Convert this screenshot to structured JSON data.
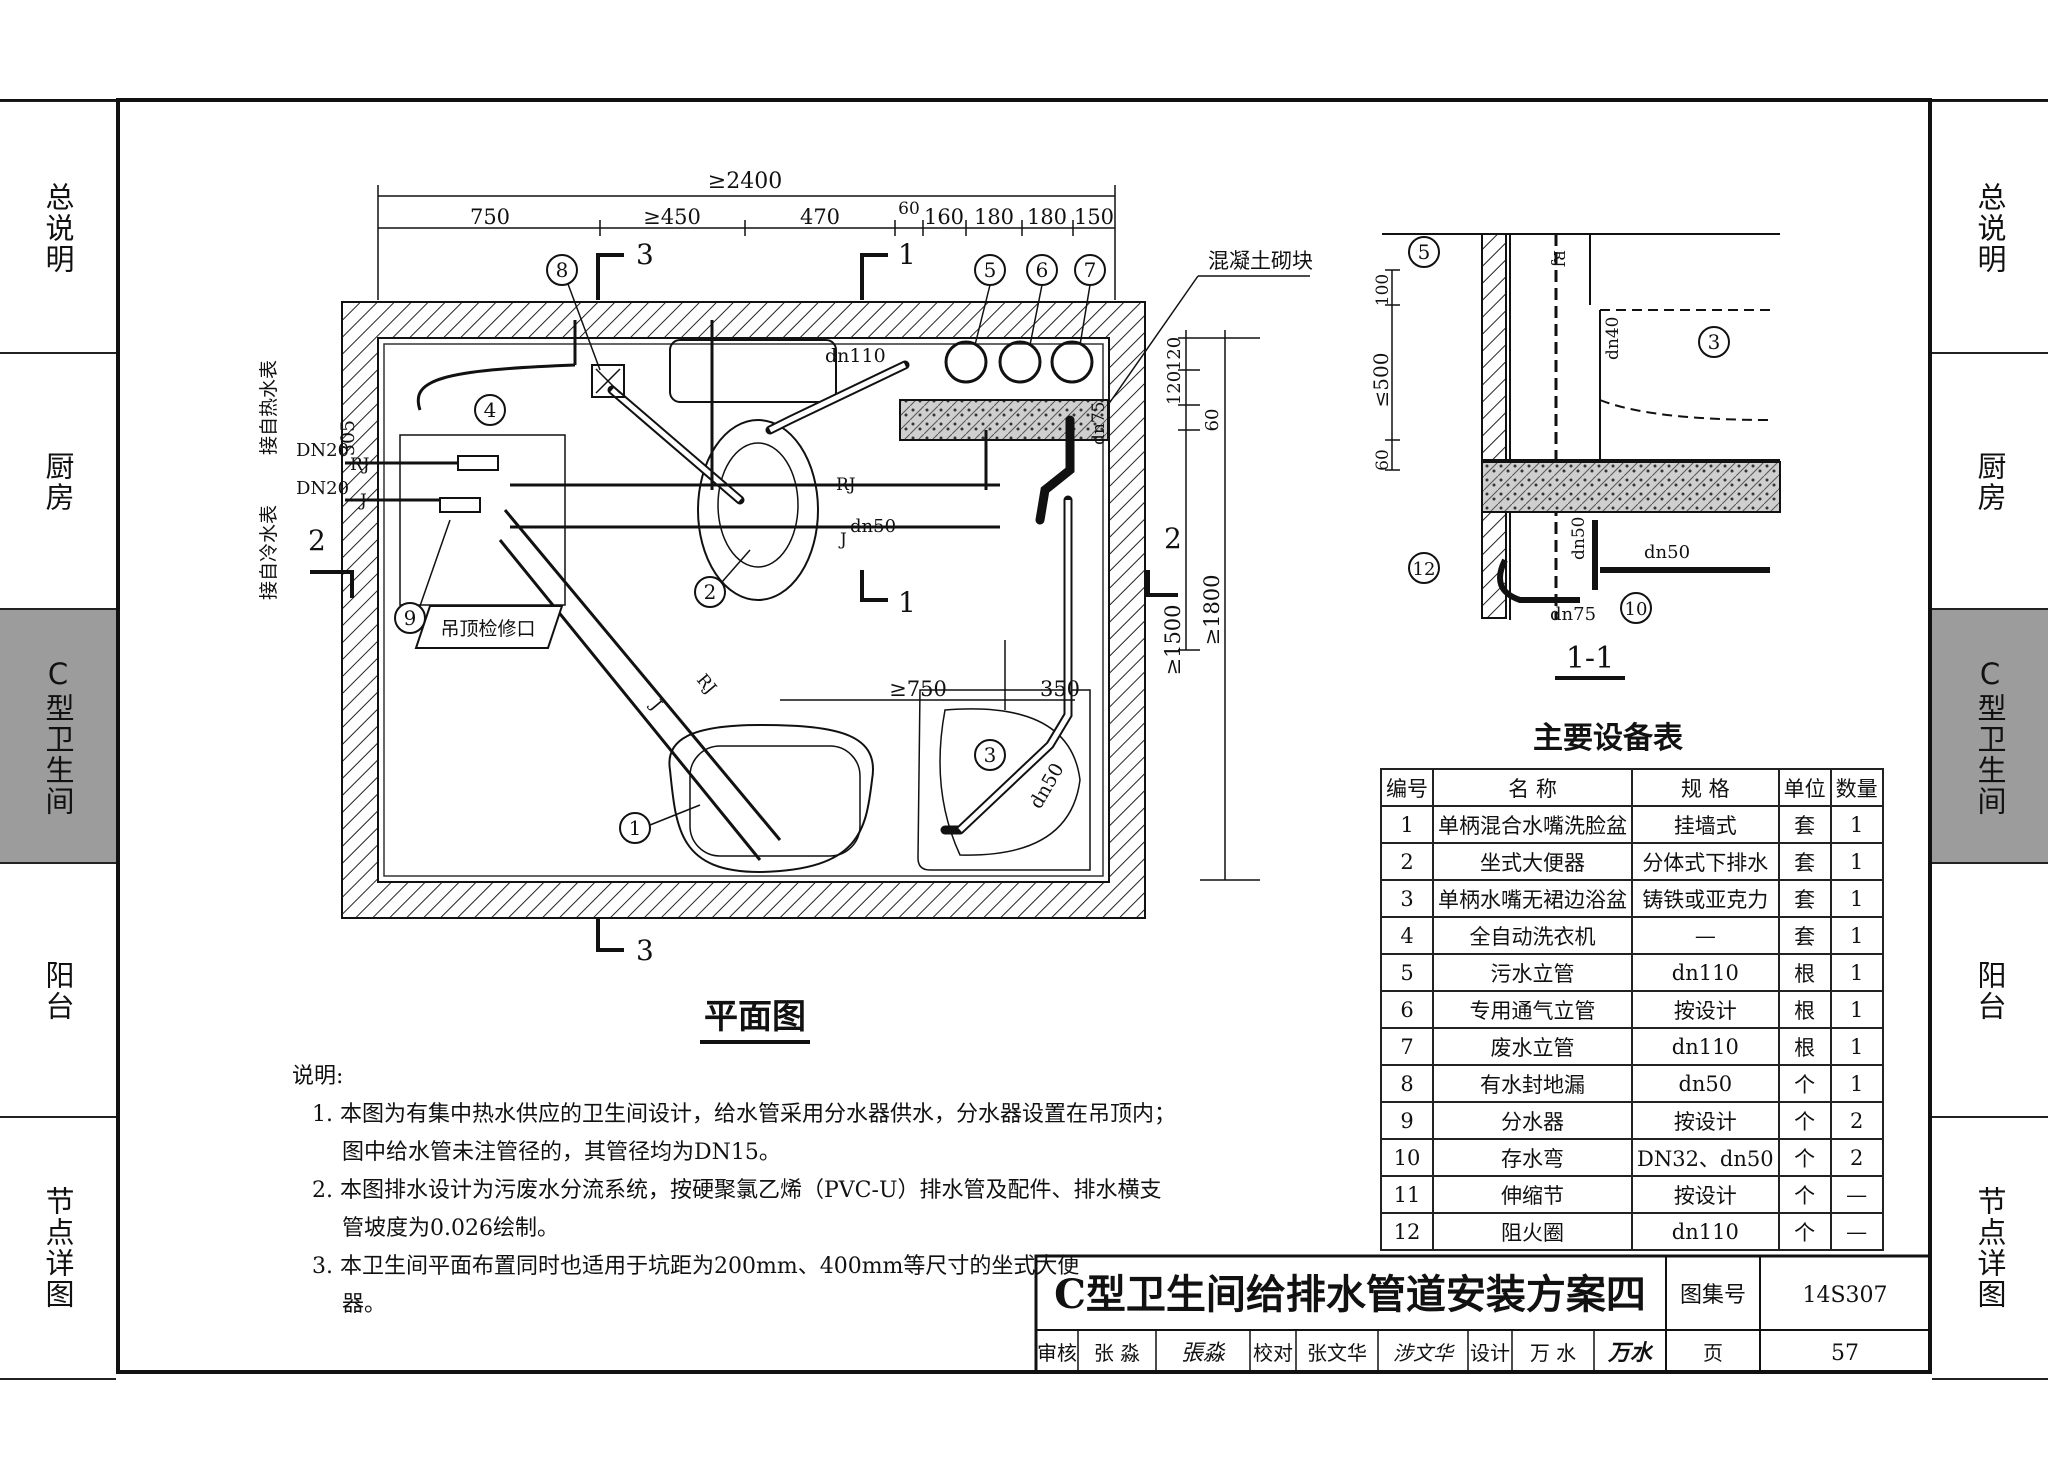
{
  "side_tabs": [
    "总说明",
    "厨房",
    "C型卫生间",
    "阳台",
    "节点详图"
  ],
  "active_tab_index": 2,
  "plan": {
    "title": "平面图",
    "dims_top": [
      "≥2400",
      "750",
      "≥450",
      "470",
      "60",
      "160",
      "180",
      "180",
      "150"
    ],
    "dims_right": [
      "120",
      "120",
      "60",
      "≥1500",
      "≥1800"
    ],
    "dims_inner": [
      "305",
      "≥750",
      "350"
    ],
    "section_marks": [
      "3",
      "1",
      "2",
      "2",
      "1",
      "3"
    ],
    "labels": {
      "concrete_block": "混凝土砌块",
      "hot_supply": "接自热水表",
      "cold_supply": "接自冷水表",
      "dn20_hot": "DN20",
      "dn20_cold": "DN20",
      "rj": "RJ",
      "j": "J",
      "dn110": "dn110",
      "dn75": "dn75",
      "dn50_a": "dn50",
      "dn50_b": "dn50",
      "ceiling_access": "吊顶检修口"
    },
    "callouts": [
      "1",
      "2",
      "3",
      "4",
      "5",
      "6",
      "7",
      "8",
      "9"
    ]
  },
  "section": {
    "title": "1-1",
    "dims": [
      "100",
      "≤500",
      "60"
    ],
    "labels": {
      "dn40": "dn40",
      "dn50_v": "dn50",
      "dn50_h": "dn50",
      "dn75": "dn75",
      "rj": "RJ"
    },
    "callouts": [
      "5",
      "3",
      "12",
      "10"
    ]
  },
  "equipment_table": {
    "title": "主要设备表",
    "headers": [
      "编号",
      "名  称",
      "规  格",
      "单位",
      "数量"
    ],
    "rows": [
      [
        "1",
        "单柄混合水嘴洗脸盆",
        "挂墙式",
        "套",
        "1"
      ],
      [
        "2",
        "坐式大便器",
        "分体式下排水",
        "套",
        "1"
      ],
      [
        "3",
        "单柄水嘴无裙边浴盆",
        "铸铁或亚克力",
        "套",
        "1"
      ],
      [
        "4",
        "全自动洗衣机",
        "—",
        "套",
        "1"
      ],
      [
        "5",
        "污水立管",
        "dn110",
        "根",
        "1"
      ],
      [
        "6",
        "专用通气立管",
        "按设计",
        "根",
        "1"
      ],
      [
        "7",
        "废水立管",
        "dn110",
        "根",
        "1"
      ],
      [
        "8",
        "有水封地漏",
        "dn50",
        "个",
        "1"
      ],
      [
        "9",
        "分水器",
        "按设计",
        "个",
        "2"
      ],
      [
        "10",
        "存水弯",
        "DN32、dn50",
        "个",
        "2"
      ],
      [
        "11",
        "伸缩节",
        "按设计",
        "个",
        "—"
      ],
      [
        "12",
        "阻火圈",
        "dn110",
        "个",
        "—"
      ]
    ]
  },
  "notes": {
    "heading": "说明:",
    "items": [
      "1. 本图为有集中热水供应的卫生间设计，给水管采用分水器供水，分水器设置在吊顶内；图中给水管未注管径的，其管径均为DN15。",
      "2. 本图排水设计为污废水分流系统，按硬聚氯乙烯（PVC-U）排水管及配件、排水横支管坡度为0.026绘制。",
      "3. 本卫生间平面布置同时也适用于坑距为200mm、400mm等尺寸的坐式大便器。"
    ]
  },
  "title_block": {
    "title": "C型卫生间给排水管道安装方案四",
    "atlas_label": "图集号",
    "atlas_no": "14S307",
    "review_label": "审核",
    "reviewer": "张 淼",
    "reviewer_sig": "張淼",
    "check_label": "校对",
    "checker": "张文华",
    "checker_sig": "涉文华",
    "design_label": "设计",
    "designer": "万 水",
    "designer_sig": "万水",
    "page_label": "页",
    "page_no": "57"
  }
}
